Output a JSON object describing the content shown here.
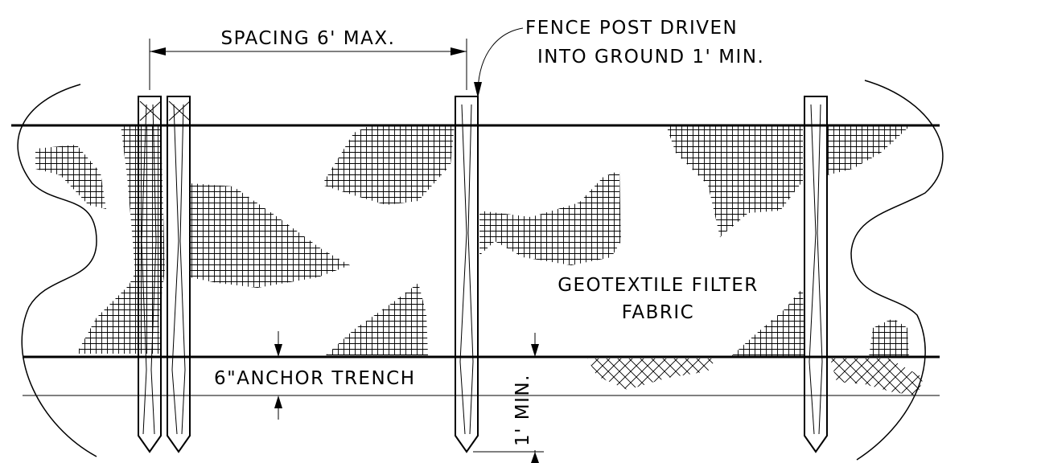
{
  "labels": {
    "spacing": "SPACING 6' MAX.",
    "fence_post_line1": "FENCE POST DRIVEN",
    "fence_post_line2": "INTO GROUND 1' MIN.",
    "fabric_line1": "GEOTEXTILE FILTER",
    "fabric_line2": "FABRIC",
    "anchor_trench": "6\"ANCHOR TRENCH",
    "depth_min": "1' MIN."
  },
  "colors": {
    "ink": "#000000",
    "background": "#ffffff"
  }
}
